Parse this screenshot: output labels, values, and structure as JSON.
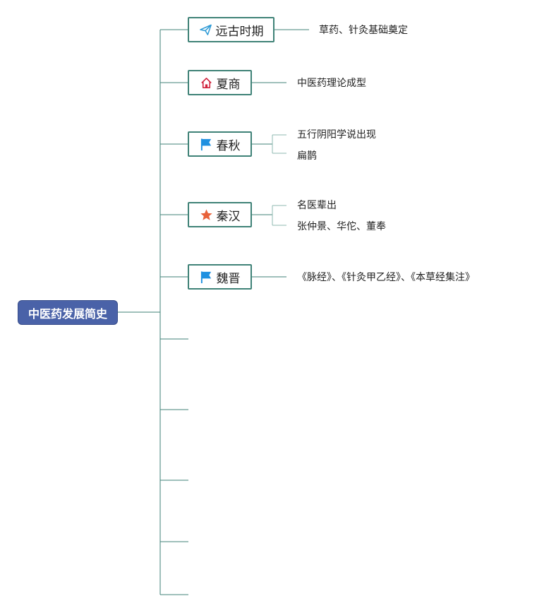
{
  "root": {
    "label": "中医药发展简史"
  },
  "eras": [
    {
      "label": "远古时期",
      "icon": "paper-plane-icon",
      "details": [
        "草药、针灸基础奠定"
      ]
    },
    {
      "label": "夏商",
      "icon": "house-icon",
      "details": [
        "中医药理论成型"
      ]
    },
    {
      "label": "春秋",
      "icon": "flag-icon",
      "details": [
        "五行阴阳学说出现",
        "扁鹊"
      ]
    },
    {
      "label": "秦汉",
      "icon": "star-icon",
      "details": [
        "名医辈出",
        "张仲景、华佗、董奉"
      ]
    },
    {
      "label": "魏晋",
      "icon": "flag-icon",
      "details": [
        "《脉经》、《针灸甲乙经》、《本草经集注》"
      ]
    }
  ],
  "colors": {
    "root_fill": "#4a62a8",
    "branch_line": "#3f8277",
    "leaf_line": "#8fb8b0",
    "plane_icon": "#2f9bd6",
    "house_icon": "#d0233d",
    "flag_icon": "#1e90e0",
    "star_icon": "#e8623a"
  }
}
